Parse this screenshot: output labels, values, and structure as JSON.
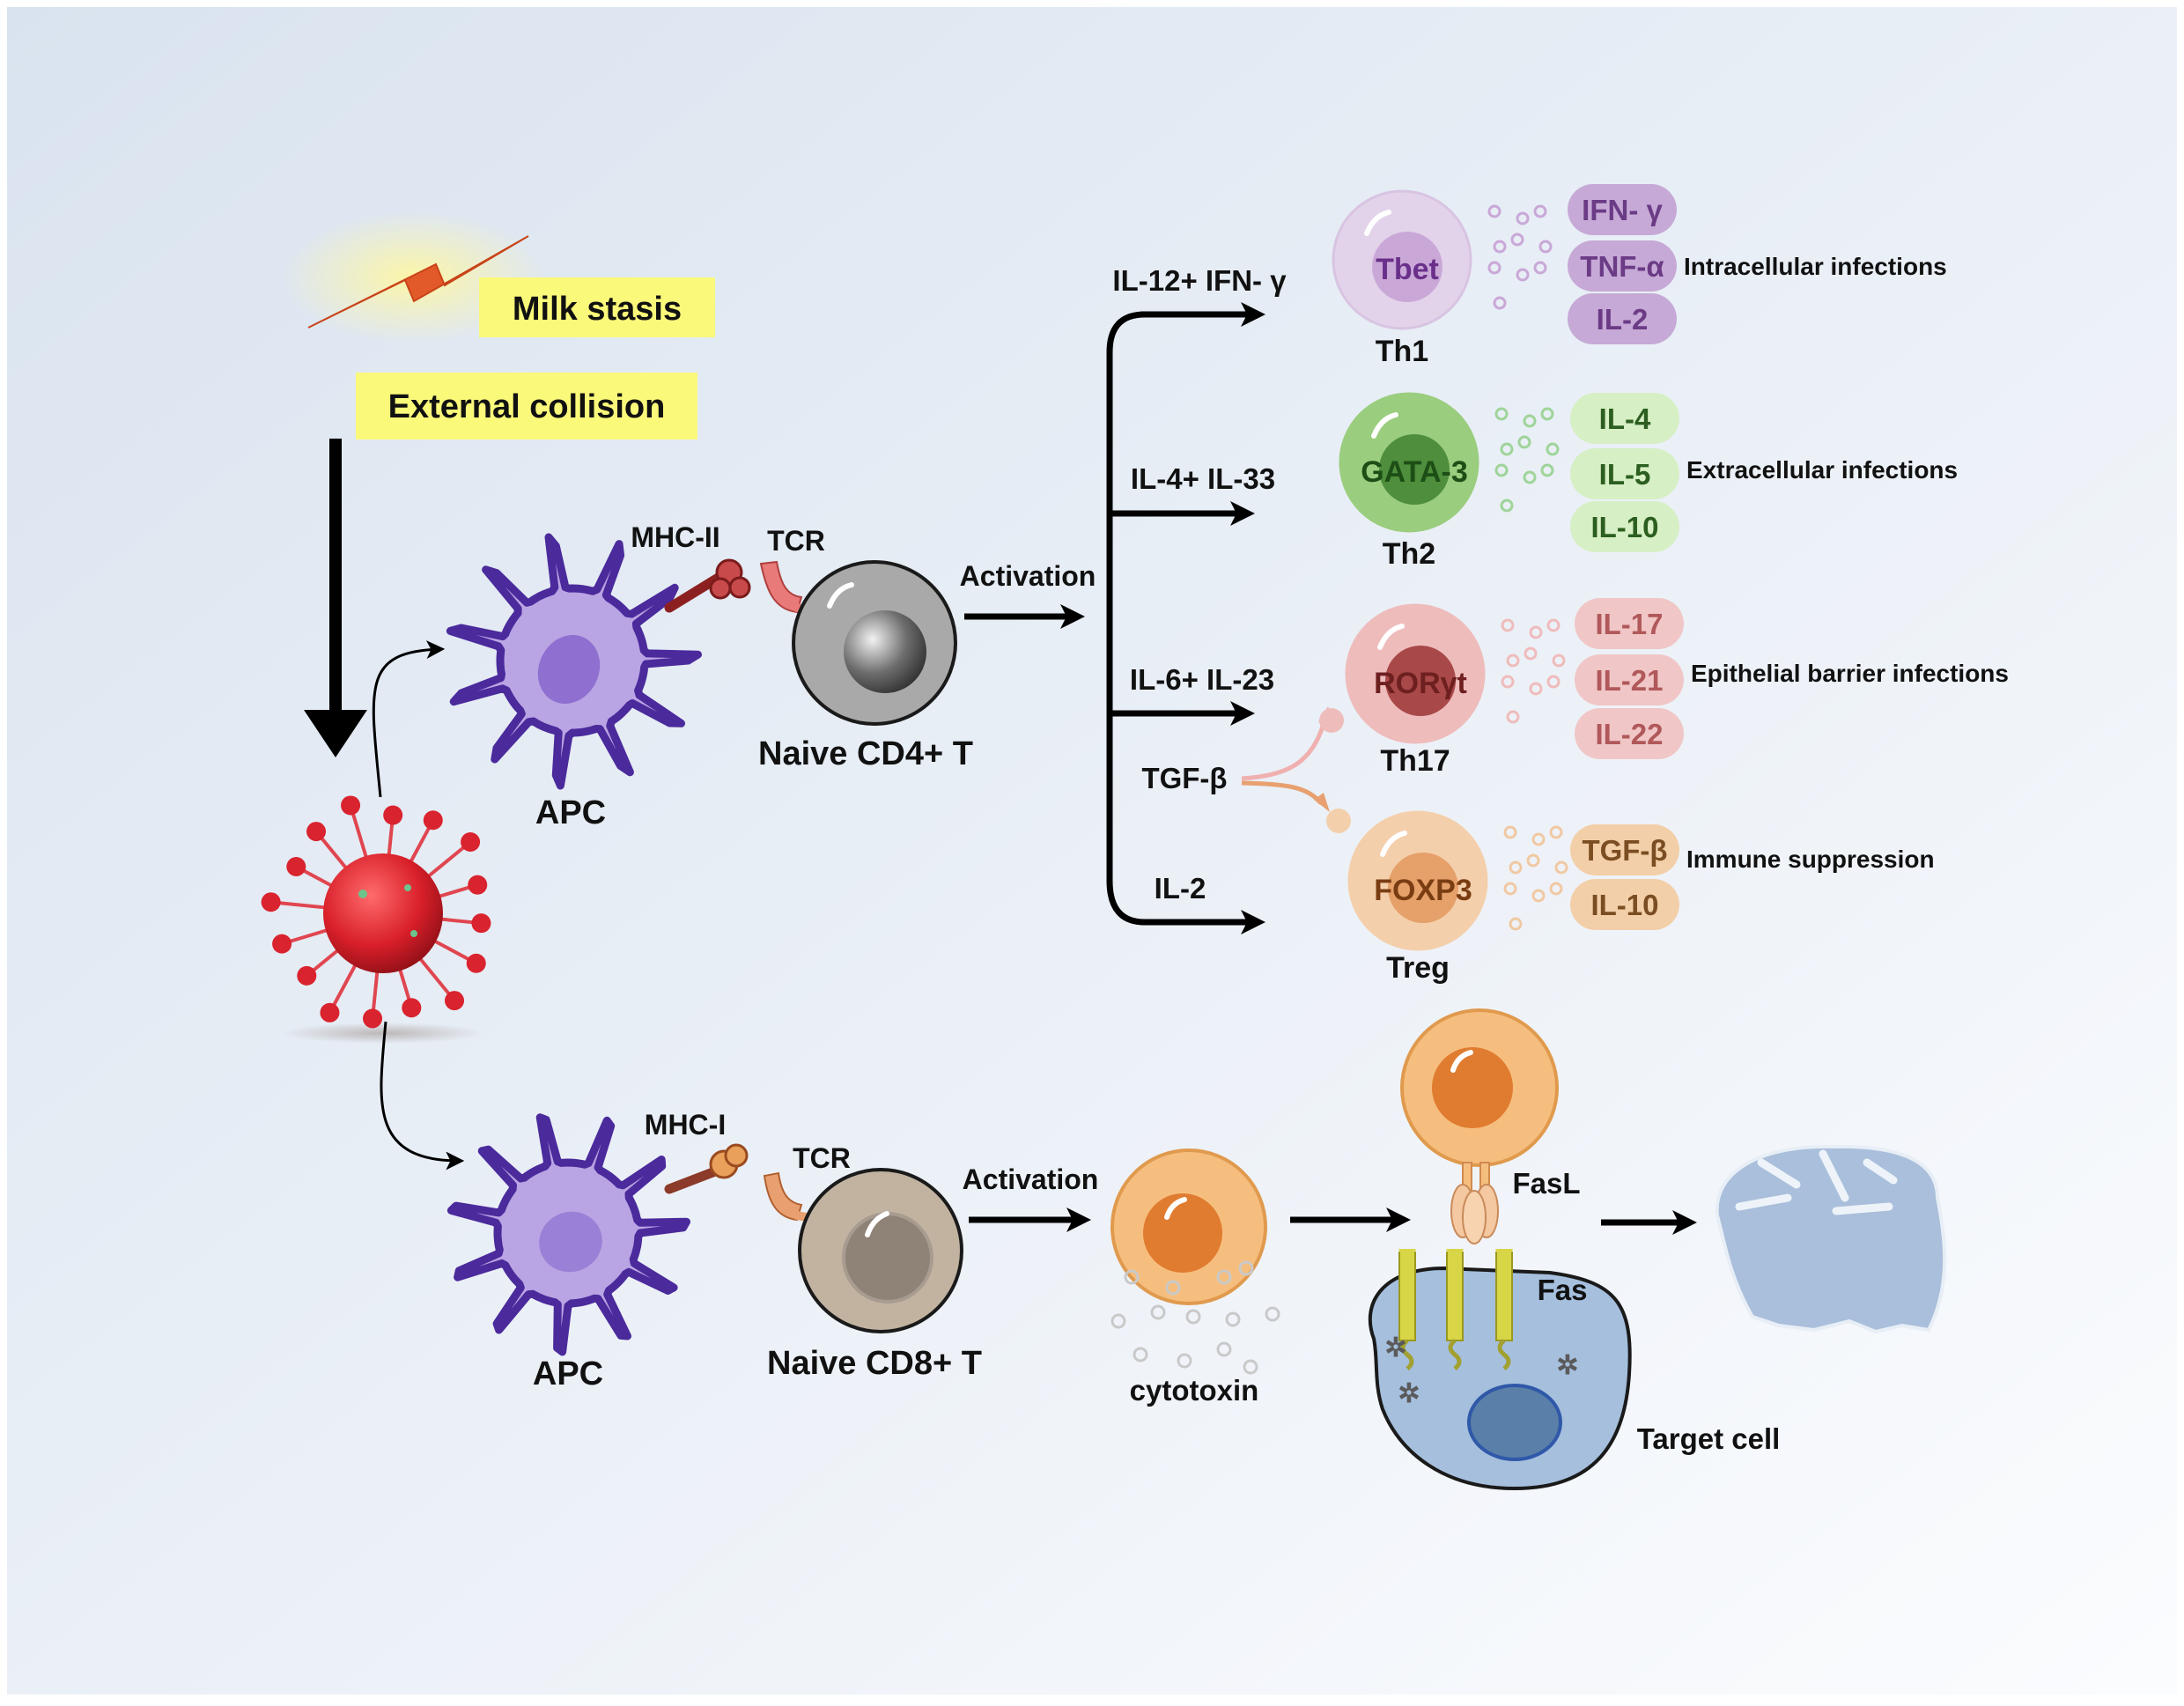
{
  "triggers": {
    "milk_stasis": "Milk stasis",
    "external_collision": "External collision"
  },
  "cd4_pathway": {
    "mhc": "MHC-II",
    "tcr": "TCR",
    "apc": "APC",
    "naive_cell": "Naive CD4+ T",
    "activation": "Activation",
    "signals": {
      "th1": "IL-12+ IFN- γ",
      "th2": "IL-4+ IL-33",
      "th17": "IL-6+ IL-23",
      "tgf": "TGF-β",
      "treg": "IL-2"
    },
    "subsets": [
      {
        "name": "Th1",
        "tf": "Tbet",
        "cytokines": [
          "IFN- γ",
          "TNF-α",
          "IL-2"
        ],
        "role": "Intracellular infections",
        "colors": {
          "outer": "#e3d3ea",
          "inner": "#c9a8d8",
          "text": "#6a2f8a",
          "pill": "#c6a9d6",
          "pill_text": "#6b3b86",
          "dot": "#c9a8d8"
        }
      },
      {
        "name": "Th2",
        "tf": "GATA-3",
        "cytokines": [
          "IL-4",
          "IL-5",
          "IL-10"
        ],
        "role": "Extracellular infections",
        "colors": {
          "outer": "#9acd7e",
          "inner": "#4e8e3c",
          "text": "#1d4e16",
          "pill": "#d6efc4",
          "pill_text": "#2c5e20",
          "dot": "#9fd49a"
        }
      },
      {
        "name": "Th17",
        "tf": "RORγt",
        "cytokines": [
          "IL-17",
          "IL-21",
          "IL-22"
        ],
        "role": "Epithelial barrier infections",
        "colors": {
          "outer": "#efbcbc",
          "inner": "#a84848",
          "text": "#6e1f1f",
          "pill": "#f0c6c6",
          "pill_text": "#b0585a",
          "dot": "#efbcbc"
        }
      },
      {
        "name": "Treg",
        "tf": "FOXP3",
        "cytokines": [
          "TGF-β",
          "IL-10"
        ],
        "role": "Immune suppression",
        "colors": {
          "outer": "#f4cfab",
          "inner": "#e6a06a",
          "text": "#7a3d12",
          "pill": "#f2cfa8",
          "pill_text": "#7b4d22",
          "dot": "#f0c9a3"
        }
      }
    ]
  },
  "cd8_pathway": {
    "mhc": "MHC-I",
    "tcr": "TCR",
    "apc": "APC",
    "naive_cell": "Naive CD8+ T",
    "activation": "Activation",
    "cytotoxin": "cytotoxin",
    "fasl": "FasL",
    "fas": "Fas",
    "target_cell": "Target cell"
  },
  "colors": {
    "background_start": "#dce6f1",
    "background_end": "#fbfcfe",
    "highlight": "#fbf97a",
    "lightning": "#e2592a",
    "virus": "#d9232e",
    "apc": "#4b2a9c",
    "apc_fill": "#b9a5e3",
    "naive_cd4": "#a9a9a9",
    "naive_cd8": "#c2b3a1",
    "ctl": "#f3b067",
    "target": "#a5bfdd",
    "target_nucleus": "#5a7fa8",
    "fas": "#d8d646",
    "debris": "#a9bfdb"
  }
}
